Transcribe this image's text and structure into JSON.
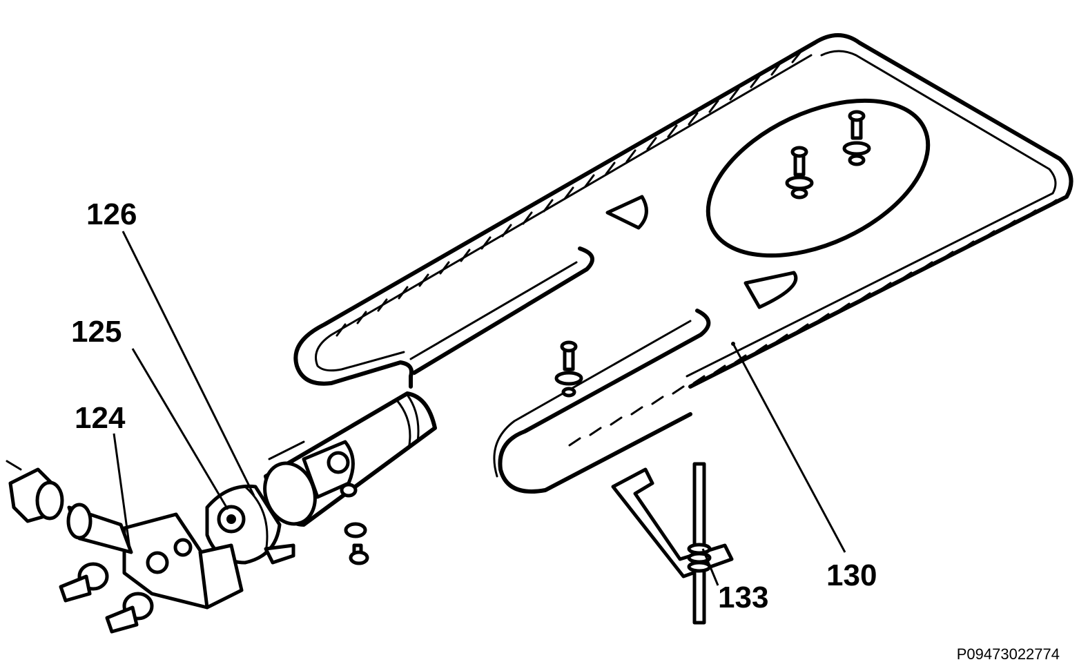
{
  "callouts": {
    "c126": "126",
    "c125": "125",
    "c124": "124",
    "c130": "130",
    "c133": "133"
  },
  "drawing_ref": "P09473022774"
}
